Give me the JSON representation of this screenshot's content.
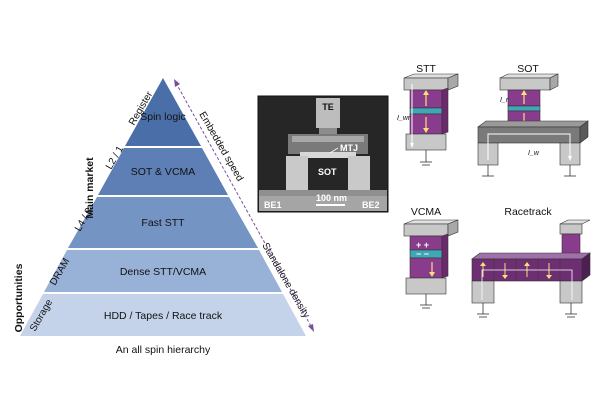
{
  "pyramid": {
    "levels": [
      "Spin logic",
      "SOT & VCMA",
      "Fast STT",
      "Dense STT/VCMA",
      "HDD / Tapes / Race track"
    ],
    "caption": "An all spin hierarchy",
    "left_labels": {
      "register": "Register",
      "l2_l1": "L2 / 1",
      "l4_l3": "L4 / 3",
      "dram": "DRAM",
      "storage": "Storage",
      "main_market": "Main market",
      "opportunities": "Opportunities"
    },
    "right_labels": {
      "embedded_speed": "Embedded speed",
      "standalone_density": "Standalone density"
    },
    "colors": [
      "#4a6fa8",
      "#5d7fb5",
      "#7495c4",
      "#98b1d6",
      "#c4d3ea"
    ]
  },
  "sem": {
    "te": "TE",
    "mtj": "MTJ",
    "sot": "SOT",
    "be1": "BE1",
    "be2": "BE2",
    "scale": "100 nm"
  },
  "devices": {
    "stt": {
      "title": "STT",
      "current": "I_wr"
    },
    "sot": {
      "title": "SOT",
      "current_1": "I_r",
      "current_2": "I_w"
    },
    "vcma": {
      "title": "VCMA"
    },
    "racetrack": {
      "title": "Racetrack"
    },
    "colors": {
      "magnet": "#8a3c8c",
      "barrier": "#3fa7b5",
      "metal": "#bfbfbf",
      "arrow": "#f4e27a"
    }
  }
}
